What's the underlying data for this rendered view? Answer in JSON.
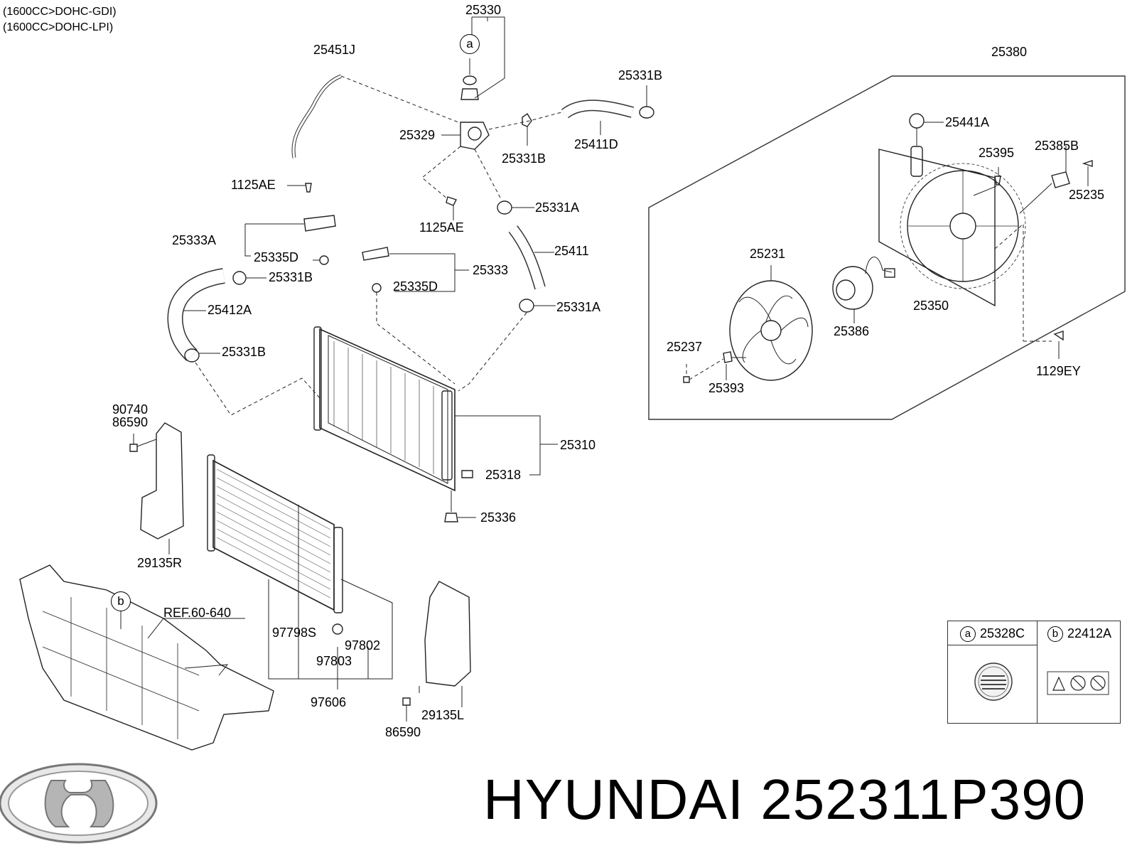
{
  "engine_notes": [
    "(1600CC>DOHC-GDI)",
    "(1600CC>DOHC-LPI)"
  ],
  "part_labels": [
    {
      "id": "25330",
      "text": "25330"
    },
    {
      "id": "25451J",
      "text": "25451J"
    },
    {
      "id": "25331B_top",
      "text": "25331B"
    },
    {
      "id": "25380",
      "text": "25380"
    },
    {
      "id": "25441A",
      "text": "25441A"
    },
    {
      "id": "25329",
      "text": "25329"
    },
    {
      "id": "25331B_mid",
      "text": "25331B"
    },
    {
      "id": "25411D",
      "text": "25411D"
    },
    {
      "id": "25395",
      "text": "25395"
    },
    {
      "id": "25385B",
      "text": "25385B"
    },
    {
      "id": "1125AE_left",
      "text": "1125AE"
    },
    {
      "id": "25331A_top",
      "text": "25331A"
    },
    {
      "id": "25235",
      "text": "25235"
    },
    {
      "id": "1125AE_mid",
      "text": "1125AE"
    },
    {
      "id": "25333A",
      "text": "25333A"
    },
    {
      "id": "25411",
      "text": "25411"
    },
    {
      "id": "25335D_left",
      "text": "25335D"
    },
    {
      "id": "25231",
      "text": "25231"
    },
    {
      "id": "25333",
      "text": "25333"
    },
    {
      "id": "25331B_left",
      "text": "25331B"
    },
    {
      "id": "25335D_mid",
      "text": "25335D"
    },
    {
      "id": "25350",
      "text": "25350"
    },
    {
      "id": "25412A",
      "text": "25412A"
    },
    {
      "id": "25331A_mid",
      "text": "25331A"
    },
    {
      "id": "25386",
      "text": "25386"
    },
    {
      "id": "25237",
      "text": "25237"
    },
    {
      "id": "25331B_low",
      "text": "25331B"
    },
    {
      "id": "1129EY",
      "text": "1129EY"
    },
    {
      "id": "25393",
      "text": "25393"
    },
    {
      "id": "90740",
      "text": "90740"
    },
    {
      "id": "86590_top",
      "text": "86590"
    },
    {
      "id": "25310",
      "text": "25310"
    },
    {
      "id": "25318",
      "text": "25318"
    },
    {
      "id": "25336",
      "text": "25336"
    },
    {
      "id": "29135R",
      "text": "29135R"
    },
    {
      "id": "REF60640",
      "text": "REF.60-640"
    },
    {
      "id": "97798S",
      "text": "97798S"
    },
    {
      "id": "97802",
      "text": "97802"
    },
    {
      "id": "97803",
      "text": "97803"
    },
    {
      "id": "97606",
      "text": "97606"
    },
    {
      "id": "29135L",
      "text": "29135L"
    },
    {
      "id": "86590_bot",
      "text": "86590"
    }
  ],
  "callouts": {
    "a": "a",
    "b": "b"
  },
  "legend": [
    {
      "marker": "a",
      "part": "25328C"
    },
    {
      "marker": "b",
      "part": "22412A"
    }
  ],
  "brand": {
    "name": "HYUNDAI",
    "part_number": "252311P390",
    "logo_icon": "hyundai-logo-icon"
  }
}
